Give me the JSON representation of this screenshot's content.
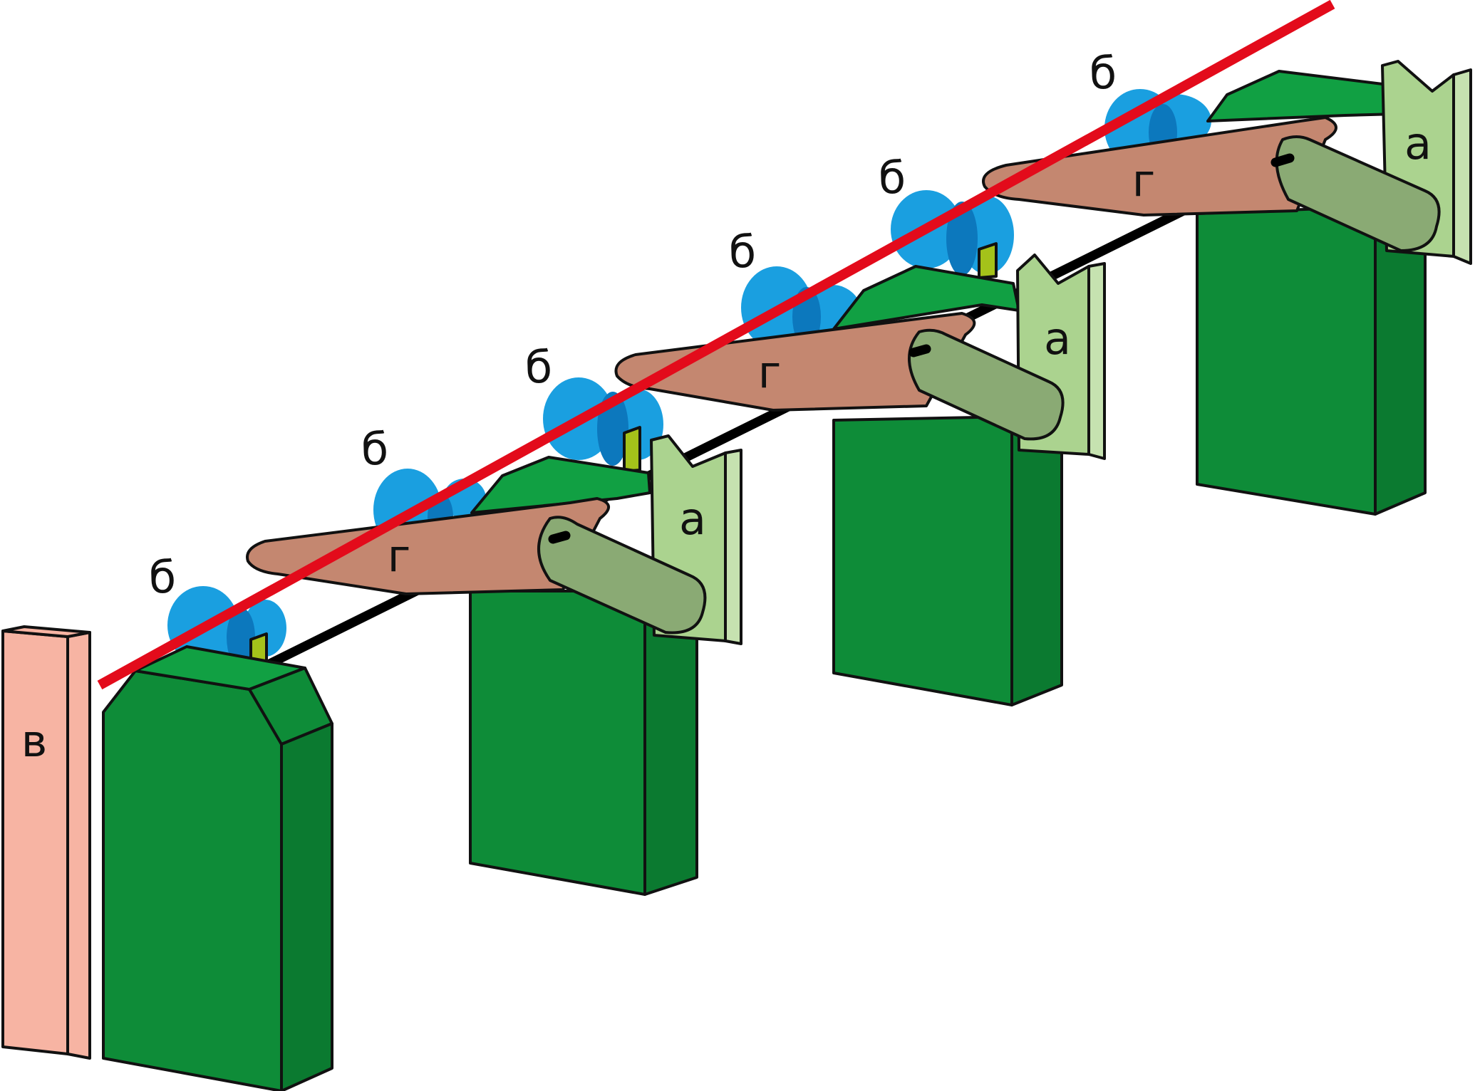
{
  "labels": {
    "a": "а",
    "b": "б",
    "v": "в",
    "g": "г"
  },
  "colors": {
    "block_front": "#0e8c38",
    "block_top": "#11a043",
    "block_side": "#0b7a30",
    "roller": "#8aaa74",
    "beam": "#c48770",
    "plate": "#f7b4a3",
    "bracket": "#abd38f",
    "cap": "#1a9fe0",
    "cap_dark": "#0c78bd",
    "tab": "#a4c21a",
    "red_line": "#e30b1b",
    "rod": "#000000"
  }
}
